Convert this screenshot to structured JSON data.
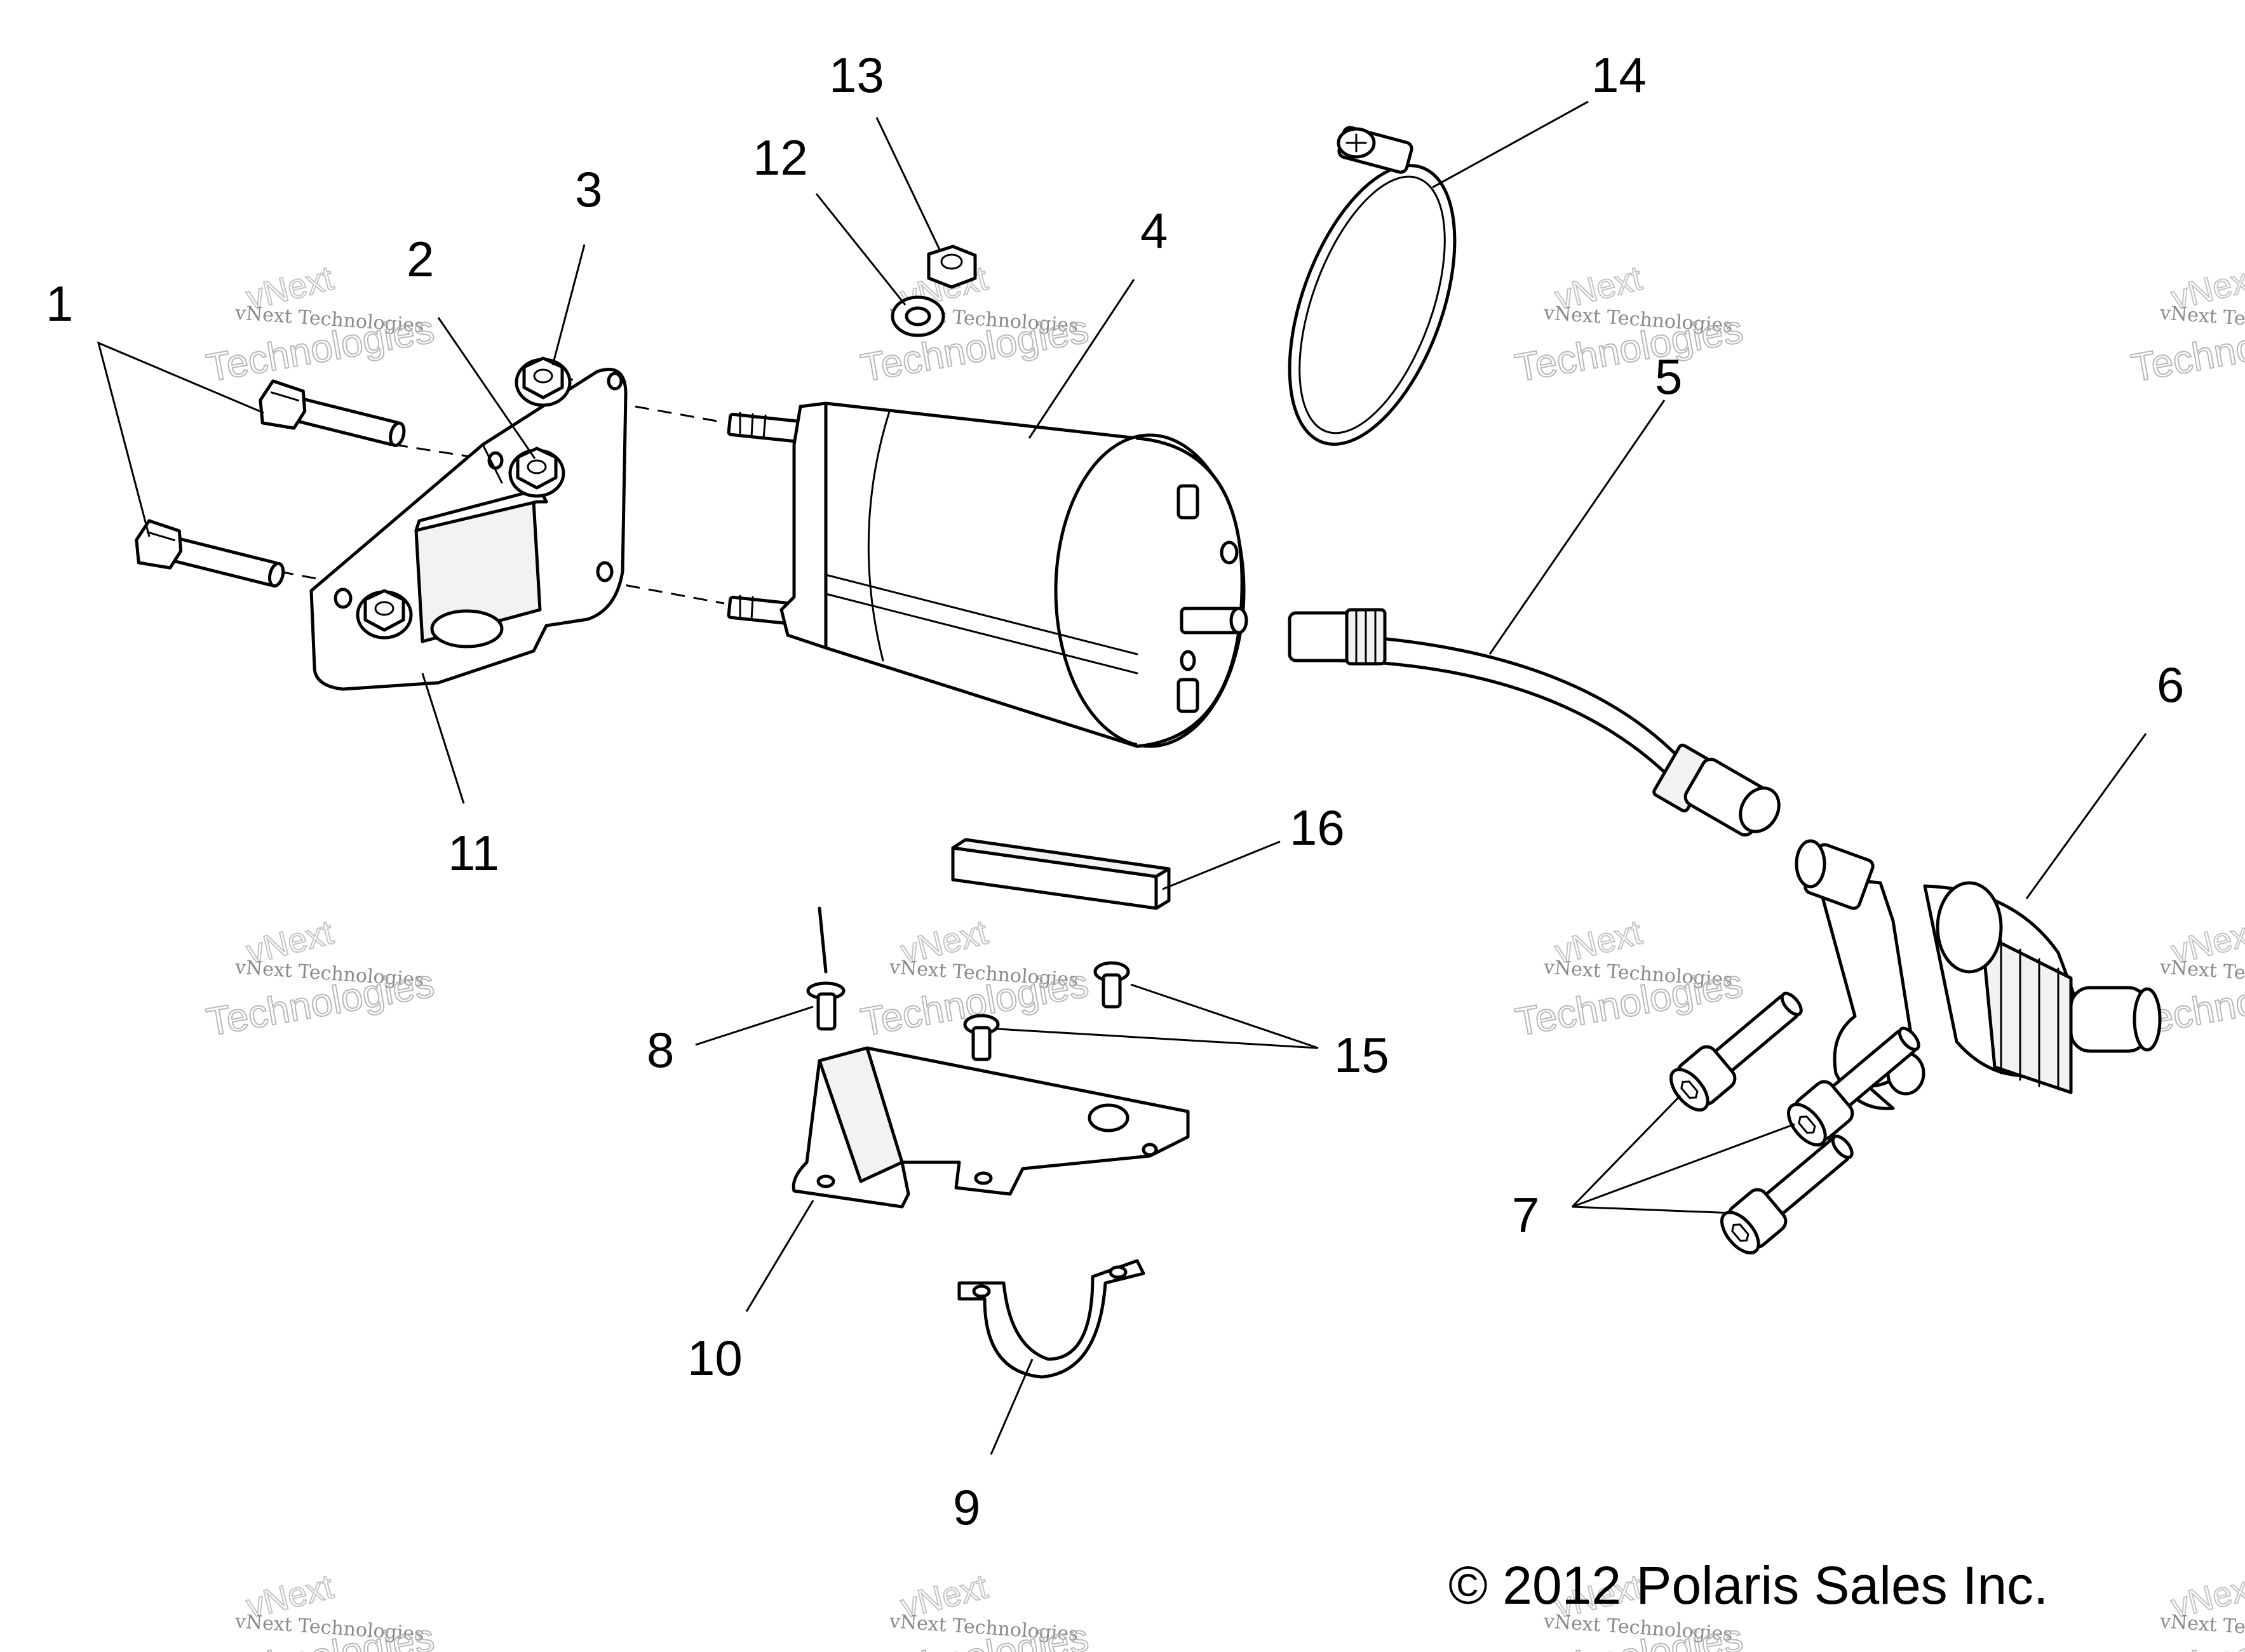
{
  "callouts": {
    "c1": "1",
    "c2": "2",
    "c3": "3",
    "c4": "4",
    "c5": "5",
    "c6": "6",
    "c7": "7",
    "c8": "8",
    "c9": "9",
    "c10": "10",
    "c11": "11",
    "c12": "12",
    "c13": "13",
    "c14": "14",
    "c15": "15",
    "c16": "16"
  },
  "watermark": {
    "brand": "vNext",
    "company": "vNext Technologies",
    "word": "Technologies"
  },
  "copyright": "© 2012 Polaris Sales Inc."
}
